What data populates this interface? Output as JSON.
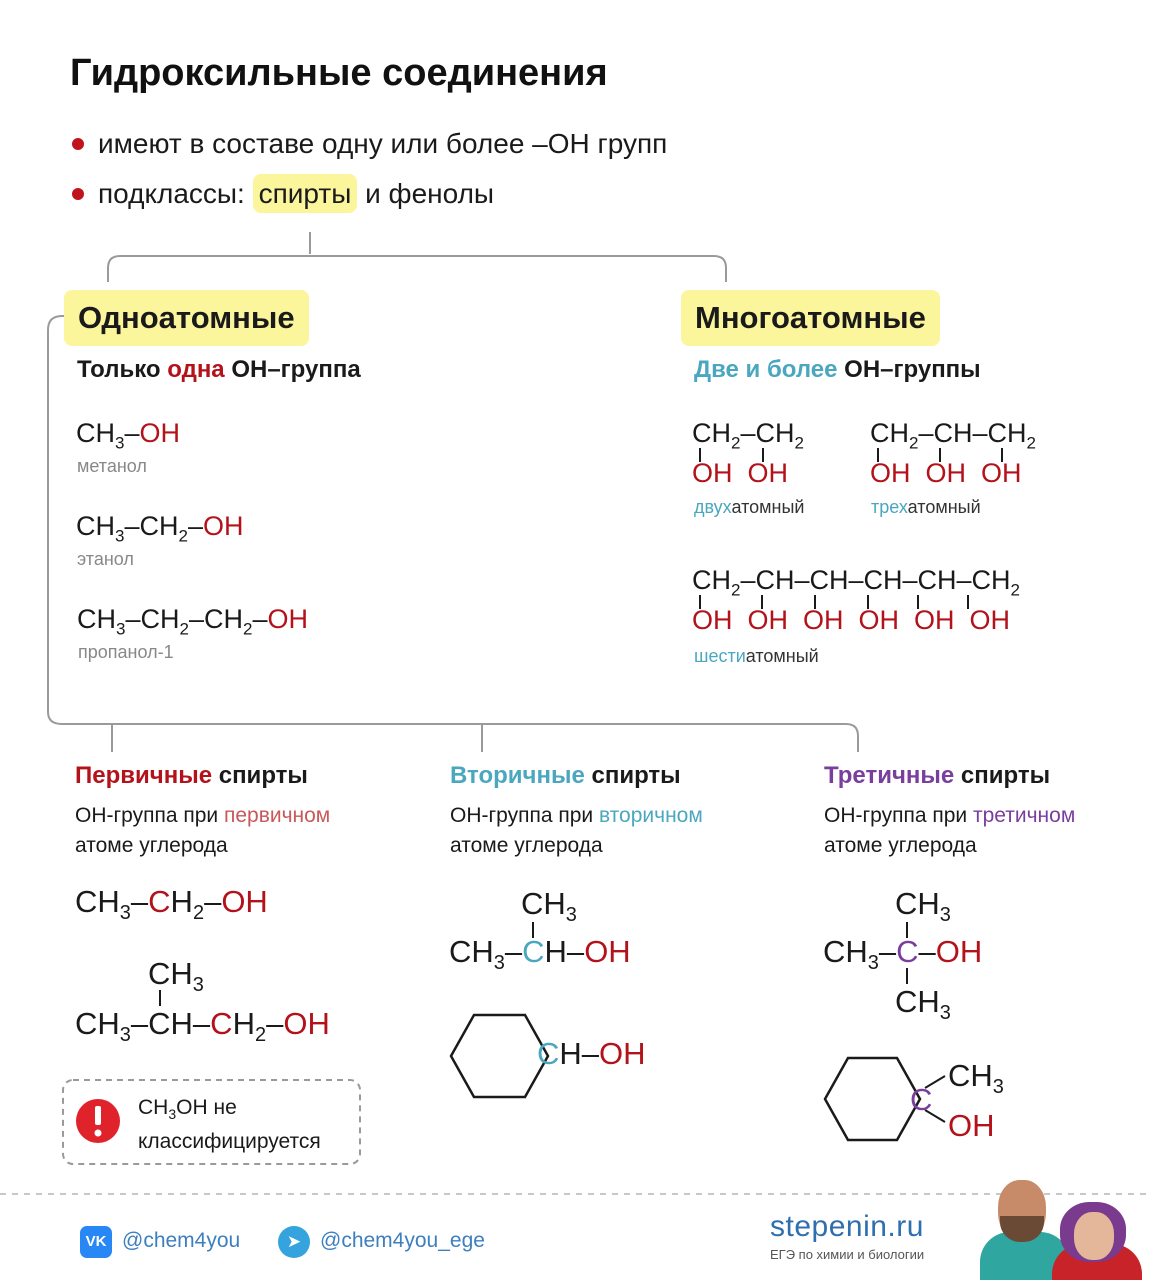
{
  "title": "Гидроксильные соединения",
  "bullets": {
    "b1": "имеют в составе одну или более –OH групп",
    "b2_pre": "подклассы: ",
    "b2_hl": "спирты",
    "b2_post": " и фенолы"
  },
  "mono": {
    "label": "Одноатомные",
    "sub_pre": "Только ",
    "sub_key": "одна",
    "sub_post": " OH–группа",
    "examples": [
      {
        "f1": "CH",
        "s1": "3",
        "rest": "–",
        "oh": "OH",
        "name": "метанол"
      },
      {
        "name": "этанол"
      },
      {
        "name": "пропанол-1"
      }
    ]
  },
  "poly": {
    "label": "Многоатомные",
    "sub_key": "Две и более",
    "sub_post": " OH–группы",
    "di_pre": "двух",
    "di_post": "атомный",
    "tri_pre": "трех",
    "tri_post": "атомный",
    "hexa_pre": "шести",
    "hexa_post": "атомный",
    "oh": "OH"
  },
  "types": {
    "primary": {
      "key": "Первичные",
      "rest": " спирты",
      "d1": "OH-группа при ",
      "d1k": "первичном",
      "d2": "атоме углерода"
    },
    "secondary": {
      "key": "Вторичные",
      "rest": " спирты",
      "d1": "OH-группа при ",
      "d1k": "вторичном",
      "d2": "атоме углерода"
    },
    "tertiary": {
      "key": "Третичные",
      "rest": " спирты",
      "d1": "OH-группа при ",
      "d1k": "третичном",
      "d2": "атоме углерода"
    }
  },
  "note": {
    "line1_a": "CH",
    "line1_s": "3",
    "line1_b": "OH не",
    "line2": "классифицируется",
    "icon": "exclamation-icon"
  },
  "footer": {
    "vk": "@chem4you",
    "tg": "@chem4you_ege",
    "site": "stepenin.ru",
    "site_sub": "ЕГЭ по химии и биологии"
  },
  "colors": {
    "red": "#b3121b",
    "teal": "#4aa7bf",
    "purple": "#7a3e9d",
    "highlight": "#fbf59c"
  }
}
